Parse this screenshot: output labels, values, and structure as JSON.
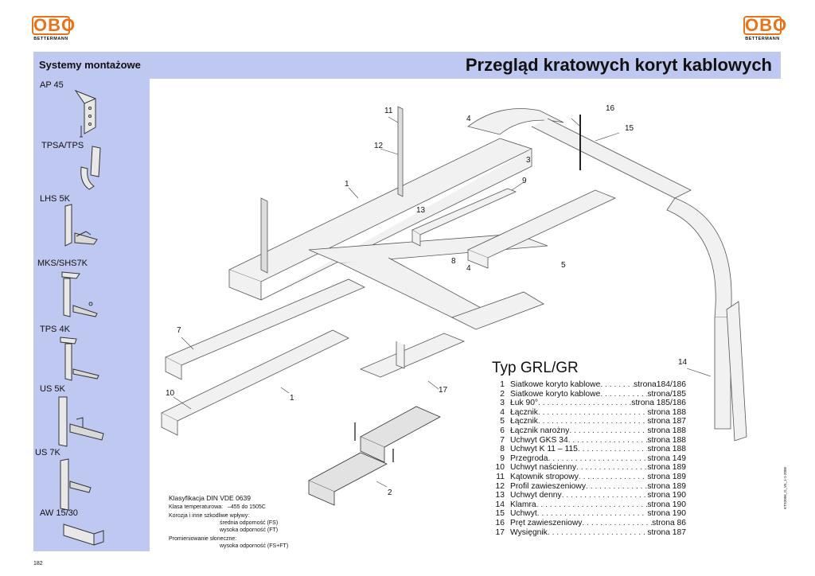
{
  "brand": {
    "logo_text": "OBO",
    "logo_sub": "BETTERMANN"
  },
  "sidebar": {
    "title": "Systemy montażowe",
    "items": [
      {
        "label": "AP 45"
      },
      {
        "label": "TPSA/TPS"
      },
      {
        "label": "LHS 5K"
      },
      {
        "label": "MKS/SHS7K"
      },
      {
        "label": "TPS 4K"
      },
      {
        "label": "US 5K"
      },
      {
        "label": "US 7K"
      },
      {
        "label": "AW 15/30"
      }
    ]
  },
  "header": {
    "title": "Przegląd kratowych koryt kablowych"
  },
  "diagram": {
    "callouts": [
      "11",
      "4",
      "16",
      "15",
      "12",
      "3",
      "1",
      "9",
      "13",
      "8",
      "4",
      "5",
      "7",
      "14",
      "10",
      "1",
      "17",
      "2"
    ]
  },
  "legend": {
    "title": "Typ GRL/GR",
    "items": [
      {
        "num": "1",
        "name": "Siatkowe koryto kablowe",
        "ref": "strona184/186"
      },
      {
        "num": "2",
        "name": "Siatkowe koryto kablowe",
        "ref": "strona/185"
      },
      {
        "num": "3",
        "name": "Łuk 90°",
        "ref": "strona 185/186"
      },
      {
        "num": "4",
        "name": "Łącznik",
        "ref": "strona 188"
      },
      {
        "num": "5",
        "name": "Łącznik",
        "ref": "strona 187"
      },
      {
        "num": "6",
        "name": "Łącznik narożny",
        "ref": "strona 188"
      },
      {
        "num": "7",
        "name": "Uchwyt GKS 34",
        "ref": "strona 188"
      },
      {
        "num": "8",
        "name": "Uchwyt K 11 – 115",
        "ref": "strona 188"
      },
      {
        "num": "9",
        "name": "Przegroda",
        "ref": "strona 149"
      },
      {
        "num": "10",
        "name": "Uchwyt naścienny",
        "ref": "strona 189"
      },
      {
        "num": "11",
        "name": "Kątownik stropowy",
        "ref": "strona 189"
      },
      {
        "num": "12",
        "name": "Profil zawieszeniowy",
        "ref": "strona 189"
      },
      {
        "num": "13",
        "name": "Uchwyt denny",
        "ref": "strona 190"
      },
      {
        "num": "14",
        "name": "Klamra",
        "ref": "strona 190"
      },
      {
        "num": "15",
        "name": "Uchwyt",
        "ref": "strona 190"
      },
      {
        "num": "16",
        "name": "Pręt zawieszeniowy",
        "ref": "strona 86"
      },
      {
        "num": "17",
        "name": "Wysięgnik",
        "ref": "strona 187"
      }
    ]
  },
  "classification": {
    "title": "Klasyfikacja DIN VDE 0639",
    "temp_label": "Klasa temperaturowa:",
    "temp_value": "–455 do 1505C",
    "corrosion_label": "Korozja i inne szkodliwe wpływy:",
    "corrosion_1": "średnia odporność (FS)",
    "corrosion_2": "wysoka odporność (FT)",
    "uv_label": "Promieniowanie słoneczne:",
    "uv_value": "wysoka odporność (FS+FT)"
  },
  "footer": {
    "page_number": "182",
    "doc_code": "KTS2006_D_V5_1-1-2006"
  },
  "colors": {
    "band": "#bfc8f0",
    "logo": "#e8731a"
  }
}
